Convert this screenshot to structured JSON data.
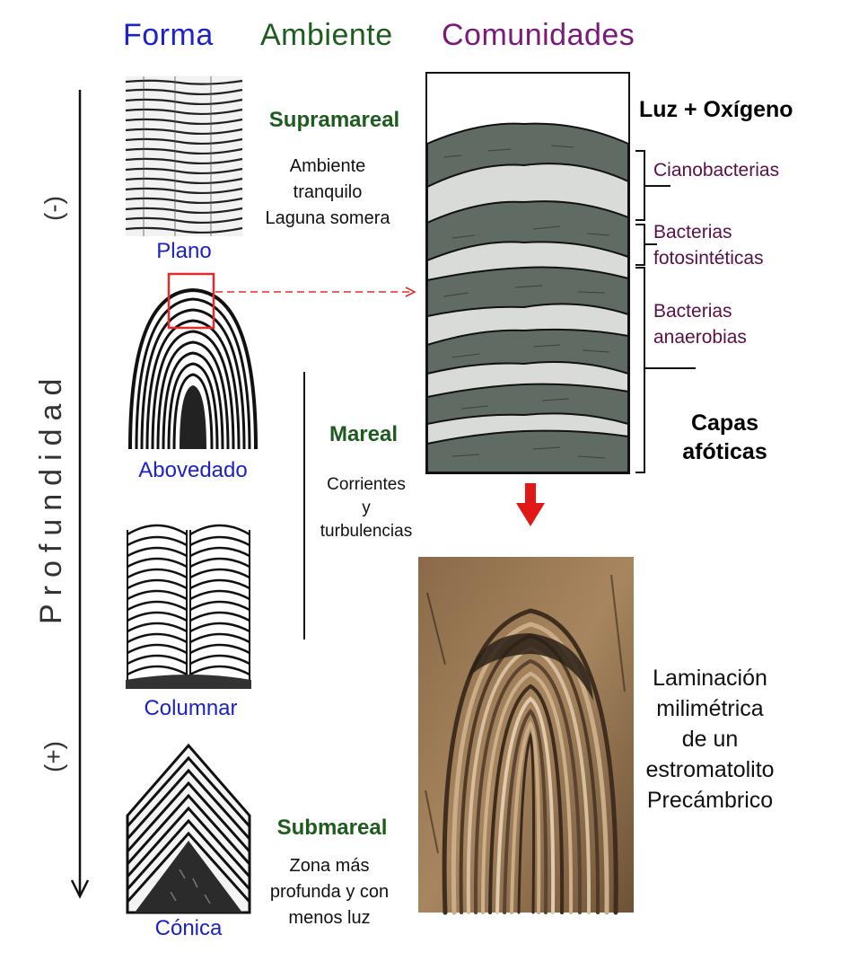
{
  "headers": {
    "forma": "Forma",
    "ambiente": "Ambiente",
    "comunidades": "Comunidades"
  },
  "axis": {
    "label": "Profundidad",
    "minus": "(-)",
    "plus": "(+)"
  },
  "forms": {
    "plano": "Plano",
    "abovedado": "Abovedado",
    "columnar": "Columnar",
    "conica": "Cónica"
  },
  "environments": {
    "supramareal": {
      "name": "Supramareal",
      "lines": [
        "Ambiente",
        "tranquilo",
        "Laguna somera"
      ]
    },
    "mareal": {
      "name": "Mareal",
      "lines": [
        "Corrientes",
        "y",
        "turbulencias"
      ]
    },
    "submareal": {
      "name": "Submareal",
      "lines": [
        "Zona más",
        "profunda y con",
        "menos luz"
      ]
    }
  },
  "communities": {
    "top": "Luz + Oxígeno",
    "cianobacterias": "Cianobacterias",
    "fotosinteticas": [
      "Bacterias",
      "fotosintéticas"
    ],
    "anaerobias": [
      "Bacterias",
      "anaerobias"
    ],
    "afoticas": [
      "Capas",
      "afóticas"
    ]
  },
  "photo_caption": [
    "Laminación",
    "milimétrica",
    "de un",
    "estromatolito",
    "Precámbrico"
  ],
  "colors": {
    "forma": "#1c22c8",
    "ambiente": "#1e5b1e",
    "comunidades": "#7a1a78",
    "community_labels": "#5a0f47",
    "highlight": "#e32b2b",
    "dark_layer": "#5f6b62",
    "light_layer": "#d7d9d7"
  },
  "icons": {
    "arrow_down": "arrow-down-icon"
  }
}
